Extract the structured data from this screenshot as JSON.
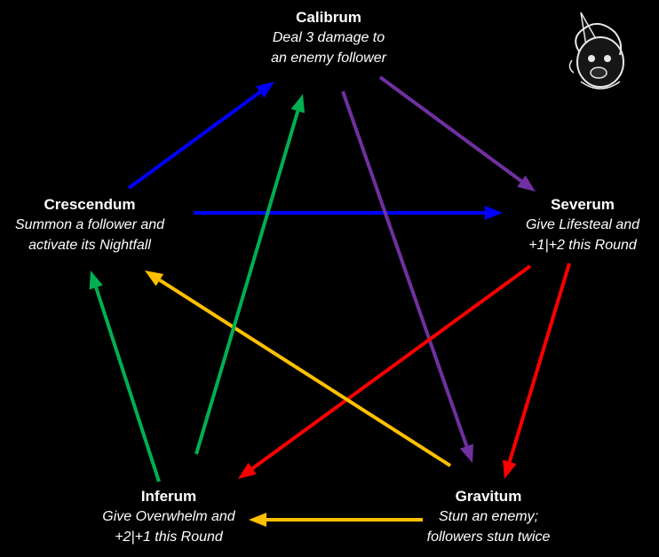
{
  "nodes": {
    "calibrum": {
      "name": "Calibrum",
      "desc_line1": "Deal 3 damage to",
      "desc_line2": "an enemy follower"
    },
    "crescendum": {
      "name": "Crescendum",
      "desc_line1": "Summon a follower and",
      "desc_line2": "activate its Nightfall"
    },
    "severum": {
      "name": "Severum",
      "desc_line1": "Give Lifesteal and",
      "desc_line2": "+1|+2 this Round"
    },
    "inferum": {
      "name": "Inferum",
      "desc_line1": "Give Overwhelm and",
      "desc_line2": "+2|+1 this Round"
    },
    "gravitum": {
      "name": "Gravitum",
      "desc_line1": "Stun an enemy;",
      "desc_line2": "followers stun twice"
    }
  },
  "edges": [
    {
      "from": "crescendum",
      "to": "calibrum",
      "color": "#0000ff"
    },
    {
      "from": "crescendum",
      "to": "severum",
      "color": "#0000ff"
    },
    {
      "from": "calibrum",
      "to": "severum",
      "color": "#7030a0"
    },
    {
      "from": "calibrum",
      "to": "gravitum",
      "color": "#7030a0"
    },
    {
      "from": "severum",
      "to": "gravitum",
      "color": "#ff0000"
    },
    {
      "from": "severum",
      "to": "inferum",
      "color": "#ff0000"
    },
    {
      "from": "gravitum",
      "to": "inferum",
      "color": "#ffc000"
    },
    {
      "from": "gravitum",
      "to": "crescendum",
      "color": "#ffc000"
    },
    {
      "from": "inferum",
      "to": "crescendum",
      "color": "#00b050"
    },
    {
      "from": "inferum",
      "to": "calibrum",
      "color": "#00b050"
    }
  ],
  "logo": {
    "icon": "poro-icon"
  }
}
